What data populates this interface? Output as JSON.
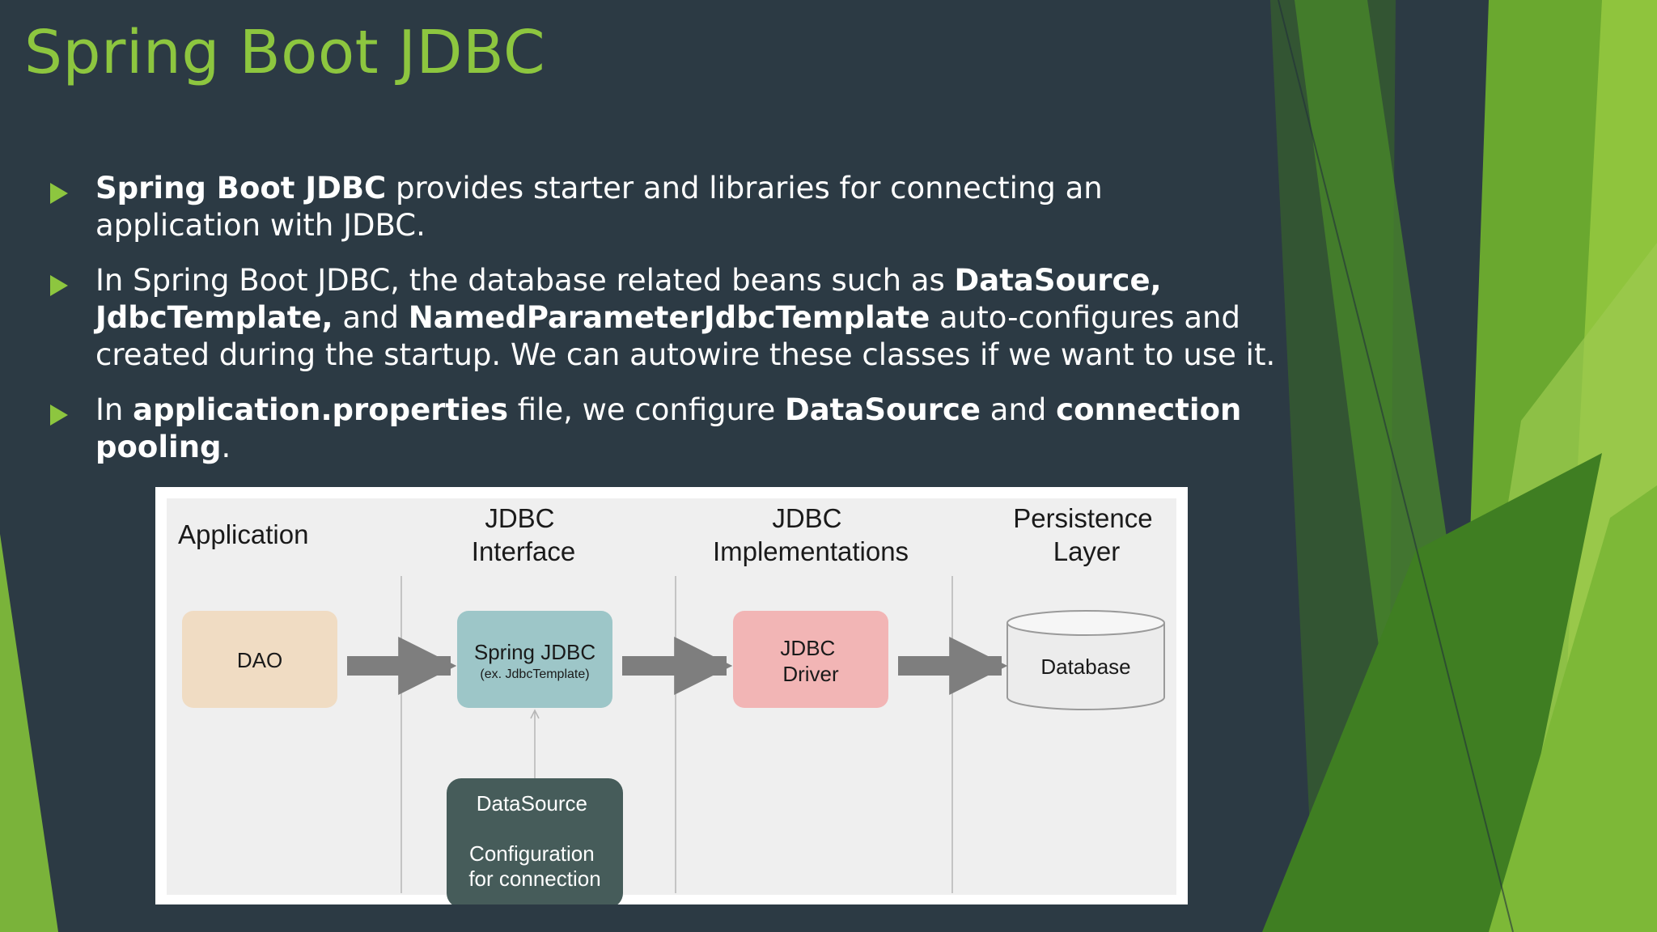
{
  "slide": {
    "title": "Spring Boot JDBC",
    "bullets": [
      {
        "segments": [
          {
            "text": "Spring Boot JDBC",
            "bold": true
          },
          {
            "text": " provides starter and libraries for connecting an application with JDBC.",
            "bold": false
          }
        ]
      },
      {
        "segments": [
          {
            "text": "In Spring Boot JDBC, the database related beans such as ",
            "bold": false
          },
          {
            "text": "DataSource, JdbcTemplate,",
            "bold": true
          },
          {
            "text": " and ",
            "bold": false
          },
          {
            "text": "NamedParameterJdbcTemplate",
            "bold": true
          },
          {
            "text": " auto-configures and created during the startup. We can autowire these classes if we want to use it.",
            "bold": false
          }
        ]
      },
      {
        "segments": [
          {
            "text": "In ",
            "bold": false
          },
          {
            "text": "application.properties",
            "bold": true
          },
          {
            "text": " file, we configure ",
            "bold": false
          },
          {
            "text": "DataSource",
            "bold": true
          },
          {
            "text": " and ",
            "bold": false
          },
          {
            "text": "connection pooling",
            "bold": true
          },
          {
            "text": ".",
            "bold": false
          }
        ]
      }
    ]
  },
  "diagram": {
    "columns": [
      {
        "lines": [
          "Application"
        ]
      },
      {
        "lines": [
          "JDBC",
          "Interface"
        ]
      },
      {
        "lines": [
          "JDBC",
          "Implementations"
        ]
      },
      {
        "lines": [
          "Persistence",
          "Layer"
        ]
      }
    ],
    "nodes": {
      "dao": {
        "lines": [
          "DAO"
        ]
      },
      "spring_jdbc": {
        "lines": [
          "Spring JDBC"
        ],
        "sub": "(ex. JdbcTemplate)"
      },
      "driver": {
        "lines": [
          "JDBC",
          "Driver"
        ]
      },
      "database": {
        "lines": [
          "Database"
        ]
      },
      "datasource": {
        "lines": [
          "DataSource",
          "",
          "Configuration",
          "for connection"
        ]
      }
    }
  },
  "colors": {
    "background": "#2c3a44",
    "accent": "#8dc63f",
    "dao_box": "#f0dcc3",
    "spring_box": "#9dc6c8",
    "driver_box": "#f2b5b5",
    "datasource_box": "#465c5a",
    "arrow": "#7e7e7e"
  }
}
